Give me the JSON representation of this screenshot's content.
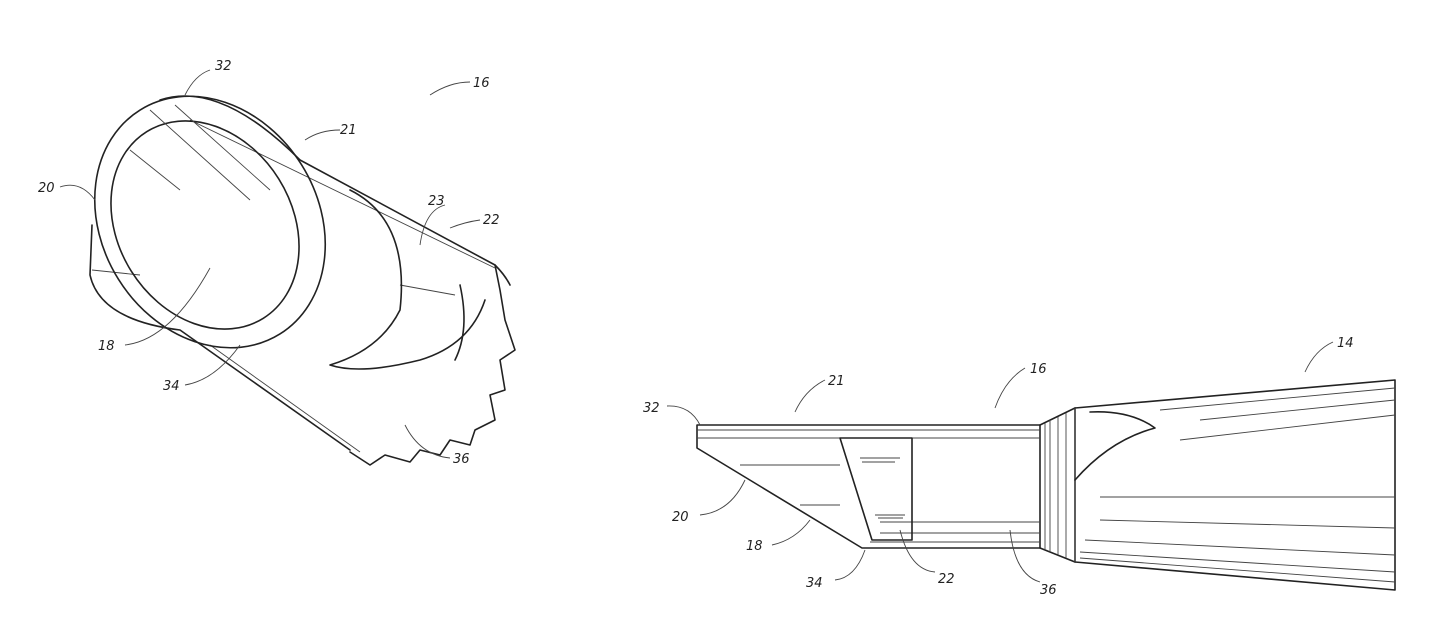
{
  "figure_left": {
    "labels": {
      "l32": "32",
      "l16": "16",
      "l21": "21",
      "l20": "20",
      "l23": "23",
      "l22": "22",
      "l18": "18",
      "l34": "34",
      "l36": "36"
    }
  },
  "figure_right": {
    "labels": {
      "l14": "14",
      "l16": "16",
      "l21": "21",
      "l32": "32",
      "l20": "20",
      "l18": "18",
      "l34": "34",
      "l22": "22",
      "l36": "36"
    }
  }
}
